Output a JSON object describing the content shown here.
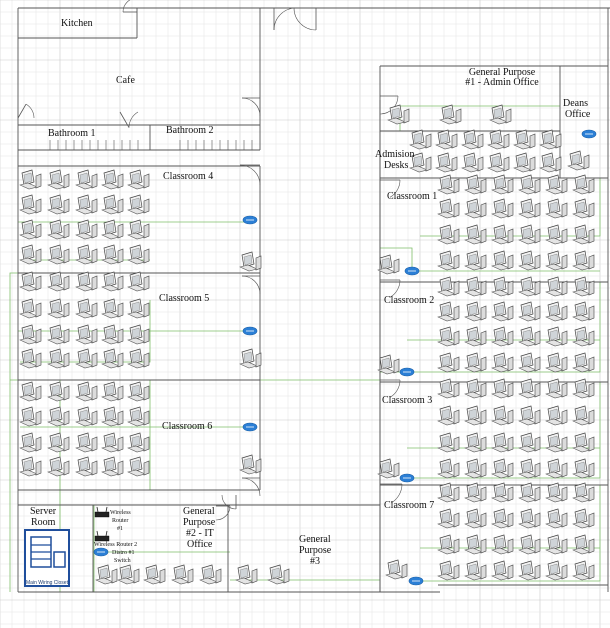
{
  "diagram": {
    "colors": {
      "wall": "#555555",
      "grid": "#e6e6e6",
      "grid_major": "#c9c9c9",
      "cable": "#7fbf6a",
      "router": "#2b7fd6",
      "closet": "#1f4e9c"
    },
    "icons": [
      "desktop-computer-icon",
      "wireless-router-icon",
      "network-switch-icon",
      "door-icon",
      "server-rack-icon"
    ],
    "rooms": {
      "kitchen": "Kitchen",
      "cafe": "Cafe",
      "bathroom1": "Bathroom 1",
      "bathroom2": "Bathroom 2",
      "gp1_line1": "General Purpose",
      "gp1_line2": "#1 - Admin Office",
      "deans_line1": "Deans",
      "deans_line2": "Office",
      "admission_line1": "Admision",
      "admission_line2": "Desks",
      "classroom1": "Classroom 1",
      "classroom2": "Classroom 2",
      "classroom3": "Classroom 3",
      "classroom4": "Classroom 4",
      "classroom5": "Classroom 5",
      "classroom6": "Classroom 6",
      "classroom7": "Classroom 7",
      "server_line1": "Server",
      "server_line2": "Room",
      "gp2_line1": "General",
      "gp2_line2": "Purpose",
      "gp2_line3": "#2 - IT",
      "gp2_line4": "Office",
      "gp3_line1": "General",
      "gp3_line2": "Purpose",
      "gp3_line3": "#3"
    },
    "devices": {
      "router1_line1": "Wireless",
      "router1_line2": "Router",
      "router1_line3": "#1",
      "router2": "Wireless Router 2",
      "switch_line1": "Distro #1",
      "switch_line2": "Switch",
      "closet": "Main Wiring Closet"
    }
  }
}
